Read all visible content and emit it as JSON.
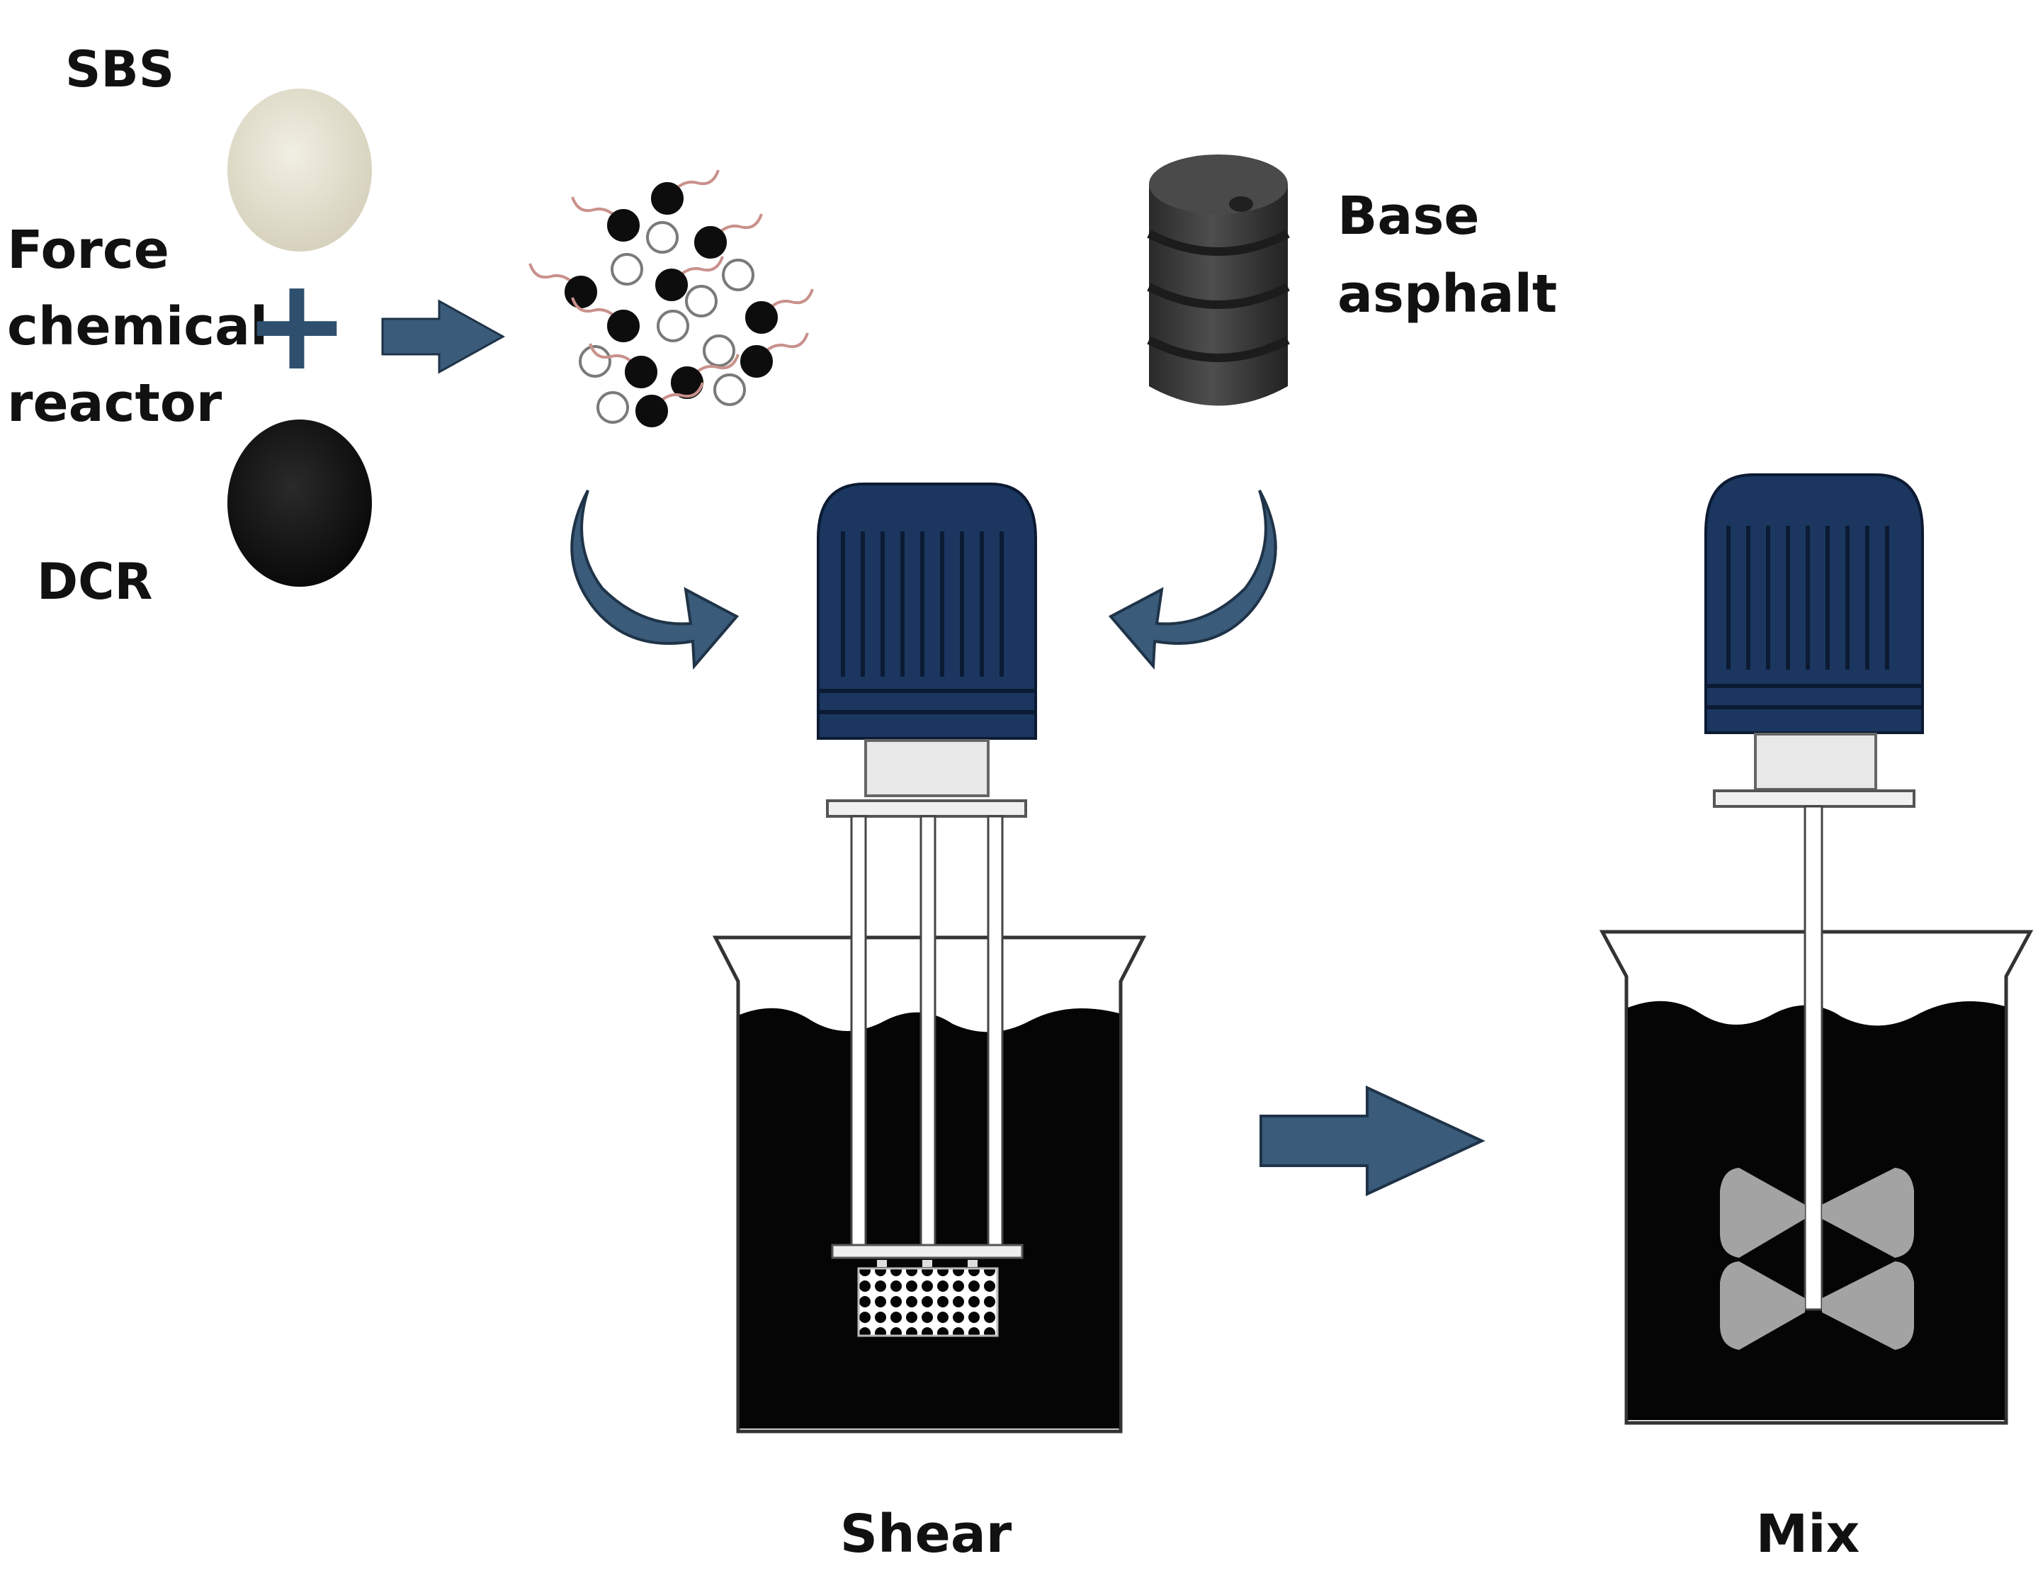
{
  "labels": {
    "sbs": "SBS",
    "force_line1": "Force",
    "force_line2": "chemical",
    "force_line3": "reactor",
    "dcr": "DCR",
    "base_line1": "Base",
    "base_line2": "asphalt",
    "shear": "Shear",
    "mix": "Mix"
  },
  "symbols": {
    "plus": "+"
  },
  "colors": {
    "arrow_fill": "#3a5b7a",
    "arrow_stroke": "#1f3348",
    "motor_dark": "#1b3760",
    "motor_line": "#0c1a33",
    "liquid": "#050505",
    "blade": "#a3a3a3",
    "sbs_powder": "#e3e0cf",
    "dcr_powder": "#161616",
    "drum": "#3b3b3b",
    "chain": "#c9918c"
  }
}
